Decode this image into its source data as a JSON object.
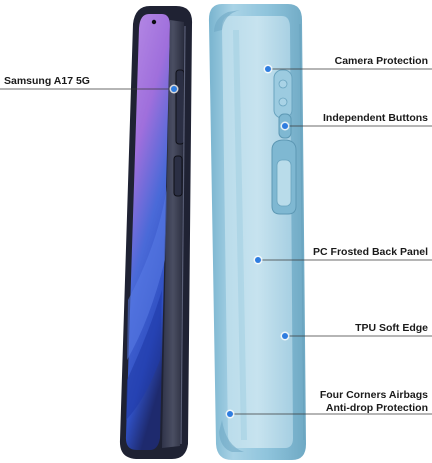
{
  "callouts": {
    "device_model": "Samsung A17 5G",
    "camera_protection": "Camera Protection",
    "independent_buttons": "Independent Buttons",
    "back_panel": "PC Frosted Back Panel",
    "soft_edge": "TPU Soft Edge",
    "airbags_line1": "Four Corners Airbags",
    "airbags_line2": "Anti-drop Protection"
  },
  "colors": {
    "case_blue": "#8fc4dc",
    "case_blue_light": "#b4d9ea",
    "case_blue_dark": "#6fa9c4",
    "phone_frame": "#1f2233",
    "screen_purple": "#9f6fdc",
    "screen_blue": "#2f4fc2",
    "marker_blue": "#2f7de0",
    "leader_line": "#3a3a3a"
  },
  "icons": {
    "marker": "dot-marker-icon"
  }
}
